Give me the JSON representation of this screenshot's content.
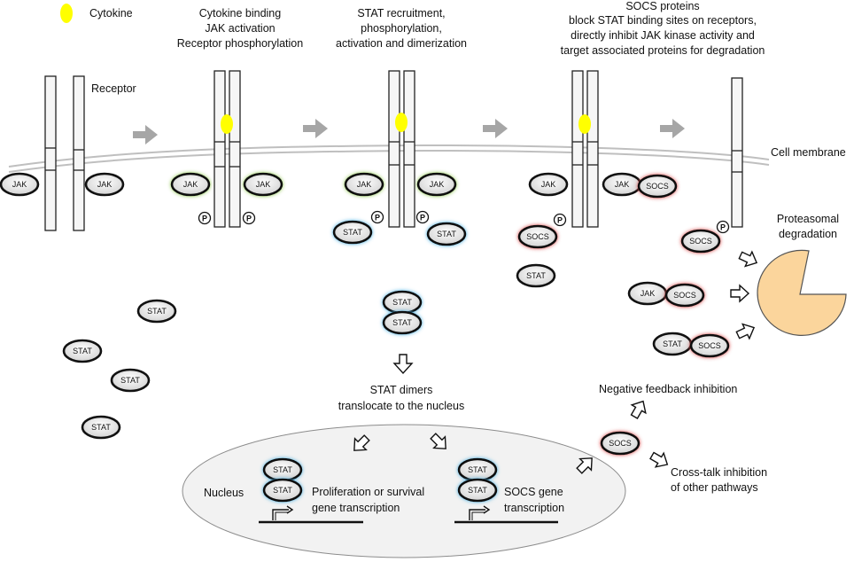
{
  "labels": {
    "cytokine": "Cytokine",
    "receptor": "Receptor",
    "cell_membrane": "Cell membrane",
    "step1": [
      "Cytokine binding",
      "JAK activation",
      "Receptor phosphorylation"
    ],
    "step2": [
      "STAT recruitment,",
      "phosphorylation,",
      "activation and dimerization"
    ],
    "step3": [
      "SOCS proteins",
      "block STAT binding sites on receptors,",
      "directly inhibit JAK kinase activity and",
      "target associated proteins for degradation"
    ],
    "proteasomal": [
      "Proteasomal",
      "degradation"
    ],
    "translocate": [
      "STAT dimers",
      "translocate to the nucleus"
    ],
    "nucleus": "Nucleus",
    "prolif": [
      "Proliferation or survival",
      "gene transcription"
    ],
    "socs_gene": [
      "SOCS gene",
      "transcription"
    ],
    "negative_feedback": "Negative feedback inhibition",
    "crosstalk": [
      "Cross-talk inhibition",
      "of other pathways"
    ]
  },
  "molecules": {
    "jak": "JAK",
    "stat": "STAT",
    "socs": "SOCS",
    "phospho": "P"
  },
  "colors": {
    "cytokine": "#ffff00",
    "jak_glow": "#9acd5a",
    "stat_glow": "#5bb8de",
    "socs_glow": "#d9534f",
    "proteasome": "#fbd59c",
    "arrow_gray": "#a6a6a6",
    "nucleus_fill": "#f2f2f2"
  }
}
